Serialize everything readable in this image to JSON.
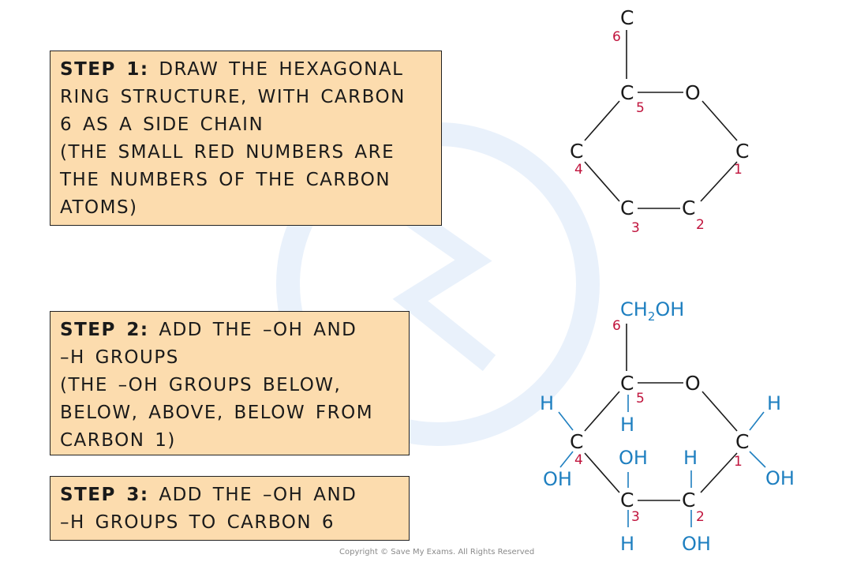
{
  "steps": [
    {
      "label": "STEP 1:",
      "lines": [
        " DRAW THE HEXAGONAL",
        "RING STRUCTURE, WITH CARBON",
        "6 AS A SIDE CHAIN",
        "(THE SMALL RED NUMBERS ARE",
        "THE NUMBERS OF THE CARBON",
        "ATOMS)"
      ]
    },
    {
      "label": "STEP 2:",
      "lines": [
        " ADD THE –OH AND",
        "–H GROUPS",
        "(THE –OH GROUPS BELOW,",
        "BELOW, ABOVE, BELOW FROM",
        "CARBON 1)"
      ]
    },
    {
      "label": "STEP 3:",
      "lines": [
        " ADD THE –OH AND",
        "–H GROUPS TO CARBON 6"
      ]
    }
  ],
  "molecule_top": {
    "atoms": {
      "c6": "C",
      "c5": "C",
      "o": "O",
      "c4": "C",
      "c1": "C",
      "c3": "C",
      "c2": "C"
    },
    "numbers": {
      "n6": "6",
      "n5": "5",
      "n4": "4",
      "n1": "1",
      "n3": "3",
      "n2": "2"
    }
  },
  "molecule_bottom": {
    "atoms": {
      "c5": "C",
      "o": "O",
      "c4": "C",
      "c1": "C",
      "c3": "C",
      "c2": "C"
    },
    "numbers": {
      "n6": "6",
      "n5": "5",
      "n4": "4",
      "n1": "1",
      "n3": "3",
      "n2": "2"
    },
    "ch2oh": {
      "c": "CH",
      "sub": "2",
      "oh": "OH"
    },
    "groups": {
      "c5_h": "H",
      "c4_h": "H",
      "c4_oh": "OH",
      "c1_h": "H",
      "c1_oh": "OH",
      "c3_oh": "OH",
      "c3_h": "H",
      "c2_h": "H",
      "c2_oh": "OH"
    }
  },
  "colors": {
    "box_fill": "#fcdcae",
    "number_red": "#c0133c",
    "group_blue": "#1e7fc0"
  },
  "copyright": "Copyright © Save My Exams. All Rights Reserved"
}
